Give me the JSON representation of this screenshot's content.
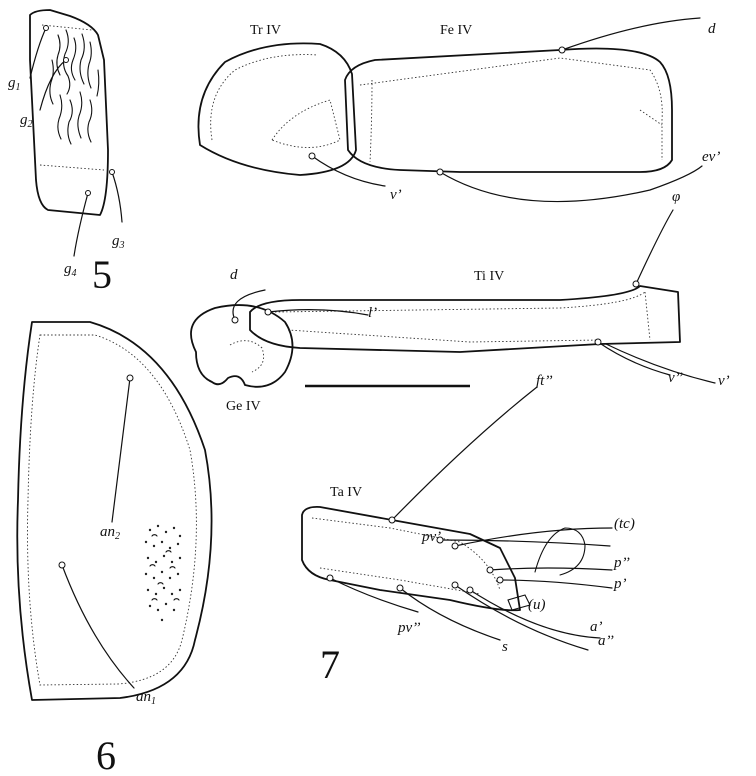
{
  "figures": {
    "fig5": {
      "number": "5"
    },
    "fig6": {
      "number": "6"
    },
    "fig7": {
      "number": "7"
    }
  },
  "segments": {
    "trochanter": "Tr IV",
    "femur": "Fe IV",
    "tibia": "Ti IV",
    "genu": "Ge IV",
    "tarsus": "Ta IV"
  },
  "genital_setae": {
    "g1": {
      "base": "g",
      "sub": "1"
    },
    "g2": {
      "base": "g",
      "sub": "2"
    },
    "g3": {
      "base": "g",
      "sub": "3"
    },
    "g4": {
      "base": "g",
      "sub": "4"
    }
  },
  "anal_setae": {
    "an1": {
      "base": "an",
      "sub": "1"
    },
    "an2": {
      "base": "an",
      "sub": "2"
    }
  },
  "leg_setae": {
    "femur_d": "d",
    "femur_evp": "ev’",
    "trochanter_vp": "v’",
    "tibia_phi": "φ",
    "tibia_lp": "l’",
    "genu_d": "d",
    "tibia_vpp": "v’’",
    "tibia_vp": "v’",
    "tarsus_ftpp": "ft’’",
    "tarsus_tc": "(tc)",
    "tarsus_pvp": "pv’",
    "tarsus_ppp": "p’’",
    "tarsus_pp": "p’",
    "tarsus_u": "(u)",
    "tarsus_ap": "a’",
    "tarsus_app": "a’’",
    "tarsus_pvpp": "pv’’",
    "tarsus_s": "s"
  },
  "colors": {
    "ink": "#111111",
    "background": "#ffffff"
  }
}
